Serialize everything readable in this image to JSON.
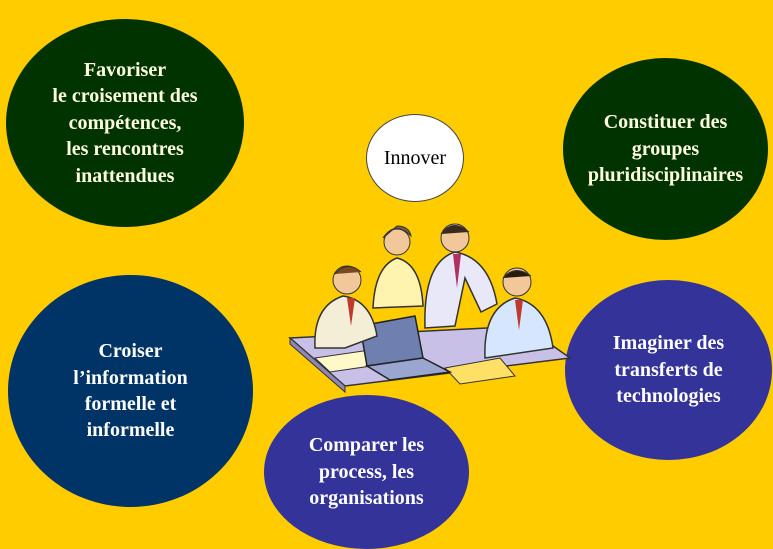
{
  "colors": {
    "background": "#FFCC00",
    "dark_green": "#003300",
    "navy": "#003366",
    "indigo": "#333399",
    "white": "#FFFFFF"
  },
  "center": {
    "label": "Innover"
  },
  "bubbles": [
    {
      "label": "Favoriser\nle croisement des\ncompétences,\nles rencontres\ninattendues"
    },
    {
      "label": "Constituer des\ngroupes\npluridisciplinaires"
    },
    {
      "label": "Croiser\nl’information\nformelle et\ninformelle"
    },
    {
      "label": "Comparer les\nprocess, les\norganisations"
    },
    {
      "label": "Imaginer des\ntransferts de\ntechnologies"
    }
  ],
  "illustration": {
    "icon": "team-meeting-clipart"
  }
}
